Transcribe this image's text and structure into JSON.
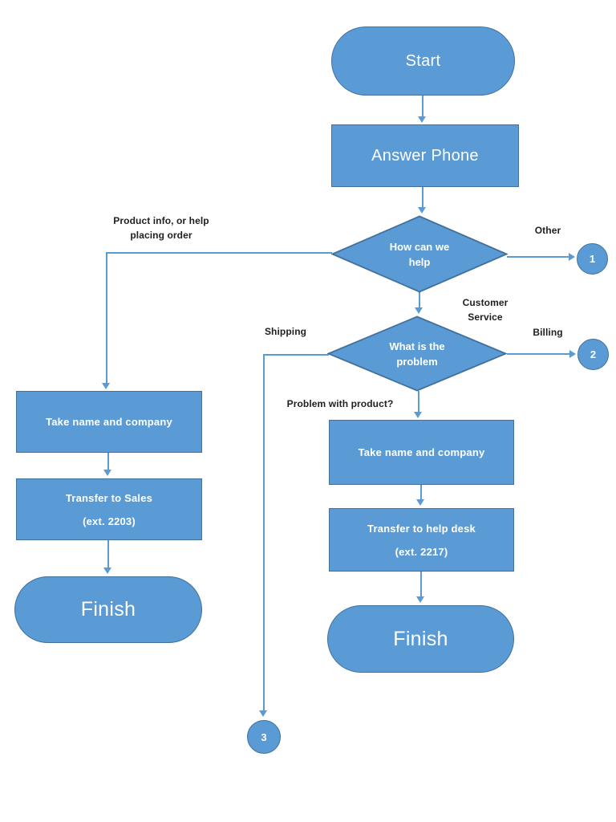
{
  "colors": {
    "shape_fill": "#5b9bd5",
    "shape_border": "#41719c",
    "connector": "#5b9bd5",
    "shape_text": "#ffffff",
    "label_text": "#1f1f1f",
    "page_bg": "#ffffff"
  },
  "flowchart": {
    "nodes": {
      "start": "Start",
      "answer_phone": "Answer Phone",
      "decision1_line1": "How can we",
      "decision1_line2": "help",
      "decision2_line1": "What is the",
      "decision2_line2": "problem",
      "left_take_name": "Take name and company",
      "left_transfer_line1": "Transfer to Sales",
      "left_transfer_line2": "(ext. 2203)",
      "left_finish": "Finish",
      "right_take_name": "Take name and company",
      "right_transfer_line1": "Transfer to help desk",
      "right_transfer_line2": "(ext. 2217)",
      "right_finish": "Finish",
      "offpage_1": "1",
      "offpage_2": "2",
      "offpage_3": "3"
    },
    "edge_labels": {
      "product_info_line1": "Product info, or help",
      "product_info_line2": "placing order",
      "other": "Other",
      "customer_service_line1": "Customer",
      "customer_service_line2": "Service",
      "billing": "Billing",
      "shipping": "Shipping",
      "problem_with_product": "Problem with product?"
    }
  }
}
